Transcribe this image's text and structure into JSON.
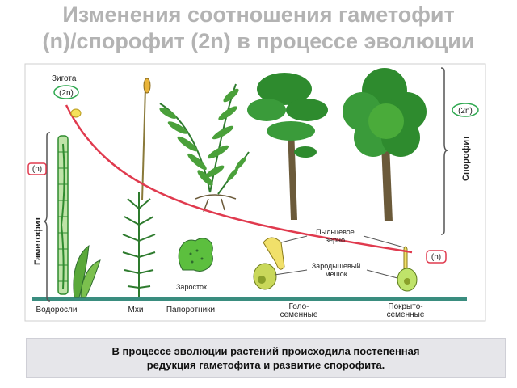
{
  "title": {
    "line1": "Изменения соотношения гаметофит",
    "line2": "(n)/спорофит (2n) в процессе эволюции"
  },
  "diagram": {
    "zygote": "Зигота",
    "zygote_ploidy": "(2n)",
    "gametophyte": "Гаметофит",
    "gametophyte_ploidy": "(n)",
    "sporophyte": "Спорофит",
    "sporophyte_ploidy": "(2n)",
    "right_ploidy_n": "(n)",
    "prothallus": "Заросток",
    "pollen_grain_1": "Пыльцевое",
    "pollen_grain_2": "зерно",
    "embryo_sac_1": "Зародышевый",
    "embryo_sac_2": "мешок",
    "groups": {
      "algae": "Водоросли",
      "mosses": "Мхи",
      "ferns": "Папоротники",
      "gymno_1": "Голо-",
      "gymno_2": "семенные",
      "angio_1": "Покрыто-",
      "angio_2": "семенные"
    }
  },
  "caption": {
    "line1": "В процессе эволюции растений происходила постепенная",
    "line2": "редукция гаметофита и развитие спорофита."
  },
  "colors": {
    "curve": "#e03a4e",
    "ploidy_ring": "#2ea84f",
    "baseline": "#3a8d7f",
    "plant_green": "#2e8b2e",
    "trunk": "#6b5a3a"
  }
}
